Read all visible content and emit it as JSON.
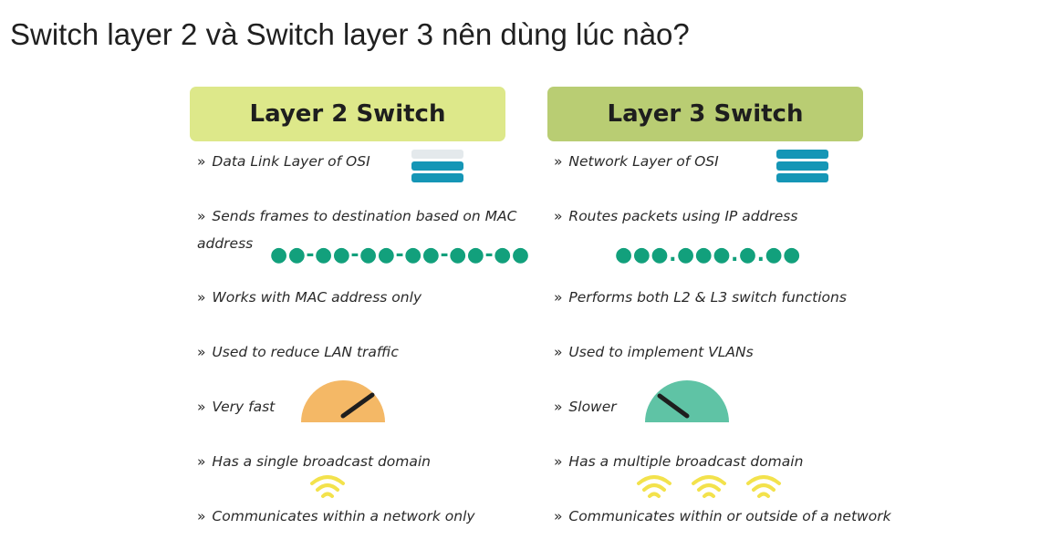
{
  "page": {
    "title": "Switch layer 2 và Switch layer 3 nên dùng lúc nào?"
  },
  "layer2": {
    "title": "Layer 2 Switch",
    "marker": "»",
    "items": [
      "Data Link Layer of OSI",
      "Sends frames to destination based on MAC",
      "address",
      "Works with MAC address only",
      "Used to reduce LAN traffic",
      "Very fast",
      "Has a single broadcast domain",
      "Communicates within a network only"
    ],
    "mac_example": "●●-●●-●●-●●-●●-●●",
    "stack_icon": "layer-stack-icon",
    "gauge_icon": "speed-gauge-icon",
    "broadcast_icon": "wifi-signal-icon",
    "gauge_color": "#f4b866",
    "accent": "#dde88a"
  },
  "layer3": {
    "title": "Layer 3 Switch",
    "marker": "»",
    "items": [
      "Network Layer of OSI",
      "Routes packets using IP address",
      "Performs both L2 & L3 switch functions",
      "Used to implement VLANs",
      "Slower",
      "Has a multiple broadcast domain",
      "Communicates within or outside of a network"
    ],
    "ip_example": "●●●.●●●.●.●●",
    "stack_icon": "layer-stack-icon",
    "gauge_icon": "speed-gauge-icon",
    "broadcast_icon": "wifi-signal-icon",
    "gauge_color": "#5fc3a5",
    "accent": "#b9cd73"
  },
  "colors": {
    "teal": "#12a07c",
    "stack_blue": "#1596b6",
    "stack_light": "#e4e9ec",
    "wifi_yellow": "#f3e24c"
  }
}
